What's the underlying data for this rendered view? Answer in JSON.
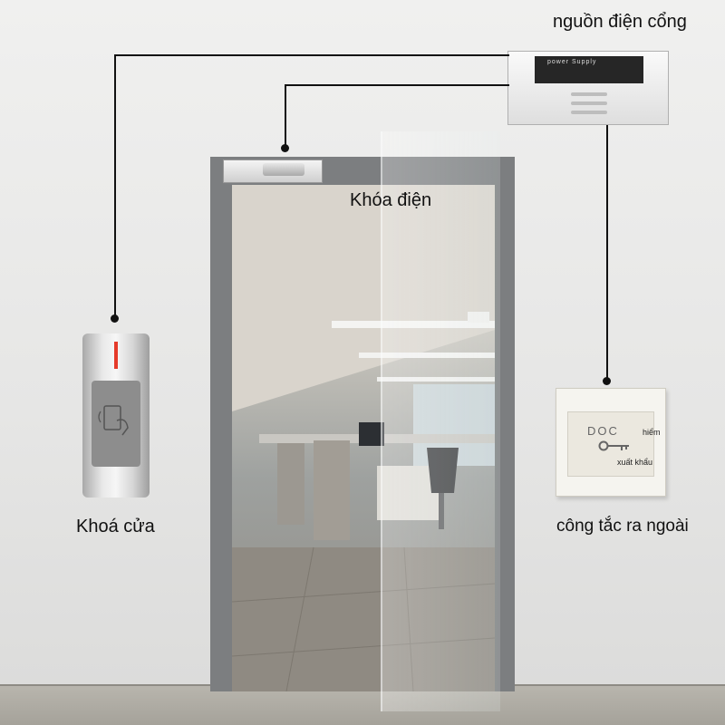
{
  "labels": {
    "power_supply": "nguồn điện cổng",
    "electric_lock": "Khóa điện",
    "door_reader": "Khoá cửa",
    "exit_switch": "công tắc ra ngoài"
  },
  "switch_panel": {
    "brand": "DOC",
    "text_top": "hiểm",
    "text_bottom": "xuất khẩu"
  },
  "psu_panel": {
    "title": "power Supply"
  },
  "colors": {
    "wire": "#111111",
    "reader_led": "#e53a2a",
    "door_frame": "#7c7e80"
  },
  "icons": {
    "reader": "card-tap-icon",
    "switch": "key-icon"
  }
}
